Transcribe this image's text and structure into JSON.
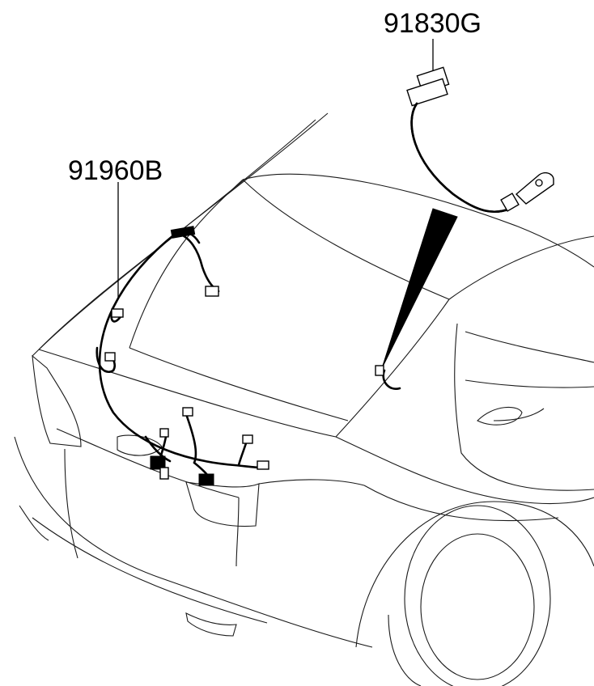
{
  "diagram": {
    "parts": [
      {
        "id": "91830G",
        "label": "91830G"
      },
      {
        "id": "91960B",
        "label": "91960B"
      }
    ]
  }
}
